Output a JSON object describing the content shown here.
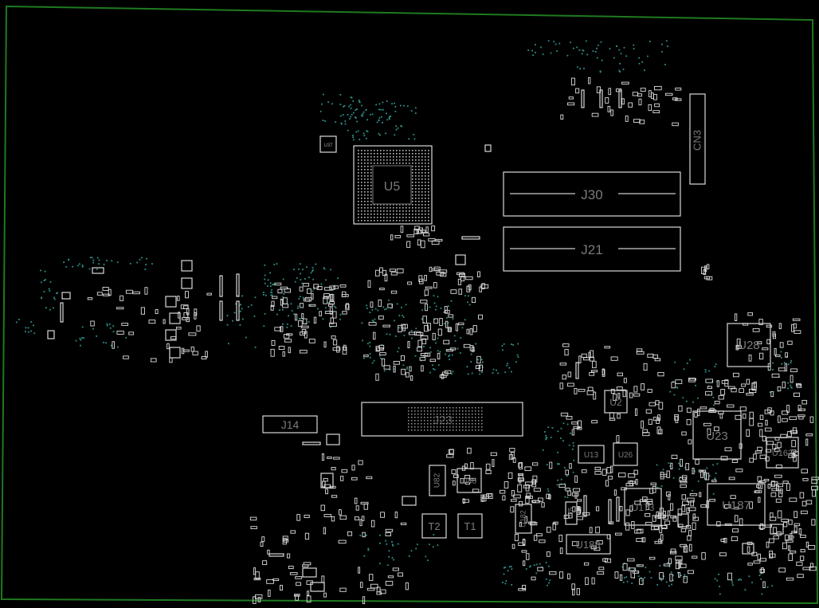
{
  "colors": {
    "background": "#000000",
    "outline": "#1f7a1f",
    "component": "#d8d8d8",
    "label": "#7a7a7a",
    "via": "#2e8f8a"
  },
  "components": {
    "cn3": "CN3",
    "j30": "J30",
    "j21": "J21",
    "u5": "U5",
    "u37": "U37",
    "u28": "U28",
    "u2": "U2",
    "u23": "U23",
    "u13": "U13",
    "u26": "U26",
    "u163": "U163",
    "j14": "J14",
    "j23": "J23",
    "u82": "U82",
    "u40": "U40",
    "u173": "U173",
    "u187": "U187",
    "t2": "T2",
    "t1": "T1",
    "u182": "U182",
    "u75": "U75",
    "u188": "U188"
  }
}
